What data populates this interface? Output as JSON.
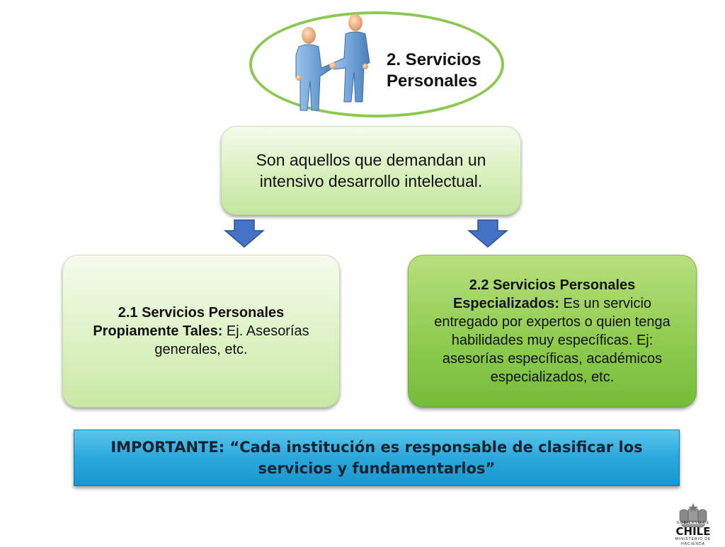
{
  "header": {
    "title_line1": "2. Servicios",
    "title_line2": "Personales"
  },
  "definition": {
    "text": "Son aquellos que demandan un intensivo desarrollo intelectual."
  },
  "left_box": {
    "bold": "2.1 Servicios Personales Propiamente Tales:",
    "normal": " Ej. Asesorías generales, etc."
  },
  "right_box": {
    "bold": "2.2 Servicios Personales Especializados:",
    "normal": " Es un servicio entregado por expertos o quien tenga habilidades muy específicas. Ej: asesorías específicas, académicos especializados, etc."
  },
  "notice": {
    "text": "IMPORTANTE: “Cada institución es responsable de clasificar los servicios y fundamentarlos”"
  },
  "logo": {
    "line1": "GOBIERNO DE",
    "line2": "CHILE",
    "line3": "MINISTERIO DE HACIENDA"
  },
  "colors": {
    "ellipse_border": "#8cc850",
    "arrow": "#4472c4",
    "notice_bg": "#2aa8dc"
  },
  "icons": [
    "handshake-people-icon",
    "arrow-down-icon",
    "chile-coat-of-arms-icon"
  ]
}
